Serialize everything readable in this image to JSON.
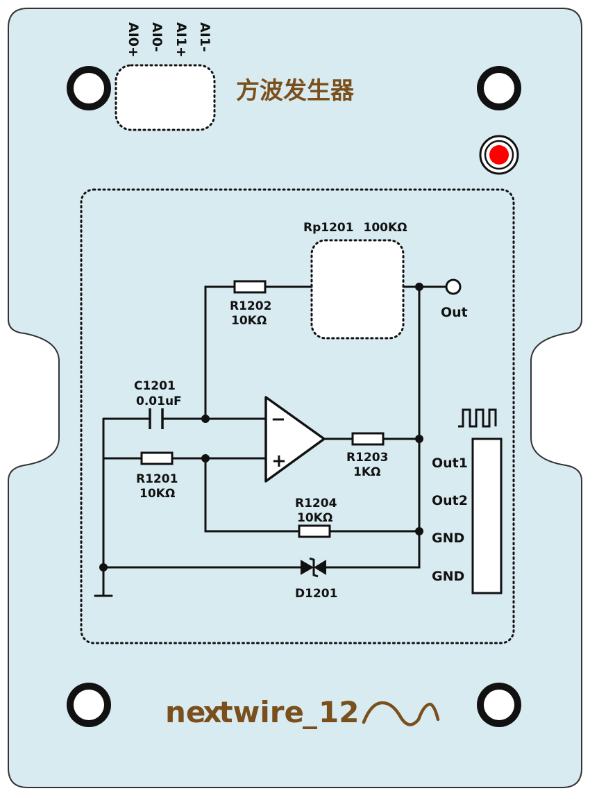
{
  "board": {
    "title": "方波发生器",
    "brand": "nextwire_12",
    "brand_part1": "ne",
    "brand_x": "x",
    "brand_part2": "twire",
    "brand_underscore": "_",
    "brand_num": "12",
    "colors": {
      "board": "#d8ebf1",
      "board_outline": "#333333",
      "brand": "#7a4f1c",
      "led": "#ff0000"
    }
  },
  "connector_top": {
    "pins": [
      "AI1-",
      "AI1+",
      "AI0-",
      "AI0+"
    ]
  },
  "labels": {
    "c1201_name": "C1201",
    "c1201_value": "0.01uF",
    "r1201_name": "R1201",
    "r1201_value": "10KΩ",
    "r1202_name": "R1202",
    "r1202_value": "10KΩ",
    "r1203_name": "R1203",
    "r1203_value": "1KΩ",
    "r1204_name": "R1204",
    "r1204_value": "10KΩ",
    "rp1201_name": "Rp1201",
    "rp1201_value": "100KΩ",
    "d1201_name": "D1201",
    "out": "Out",
    "opamp_minus": "−",
    "opamp_plus": "+"
  },
  "connector_right": {
    "pins": [
      "Out1",
      "Out2",
      "GND",
      "GND"
    ]
  }
}
